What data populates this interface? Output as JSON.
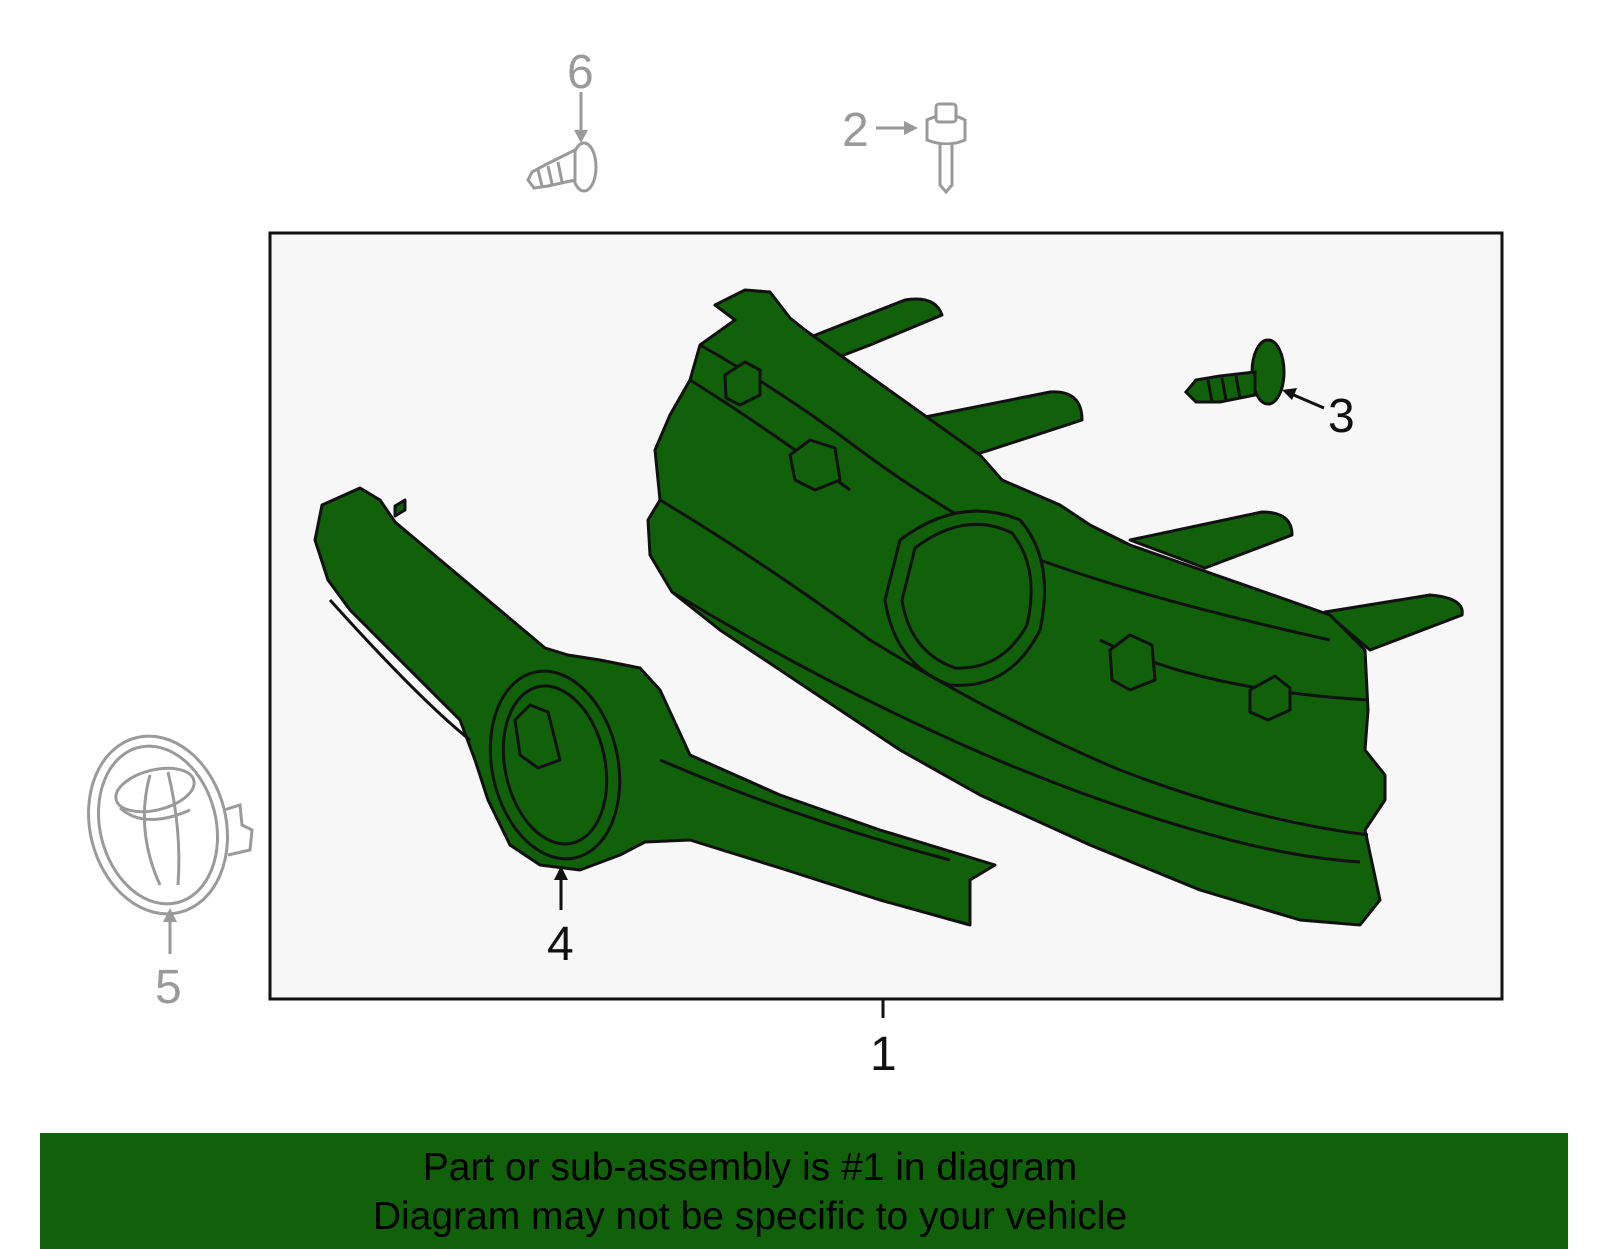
{
  "diagram": {
    "callouts": [
      {
        "id": "1",
        "label": "1"
      },
      {
        "id": "2",
        "label": "2"
      },
      {
        "id": "3",
        "label": "3"
      },
      {
        "id": "4",
        "label": "4"
      },
      {
        "id": "5",
        "label": "5"
      },
      {
        "id": "6",
        "label": "6"
      }
    ]
  },
  "banner": {
    "line1": "Part or sub-assembly is #1 in diagram",
    "line2": "Diagram may not be specific to your vehicle"
  },
  "colors": {
    "highlight": "#11600a",
    "outline": "#111111",
    "muted": "#9a9a9a",
    "panel": "#f7f7f7"
  }
}
